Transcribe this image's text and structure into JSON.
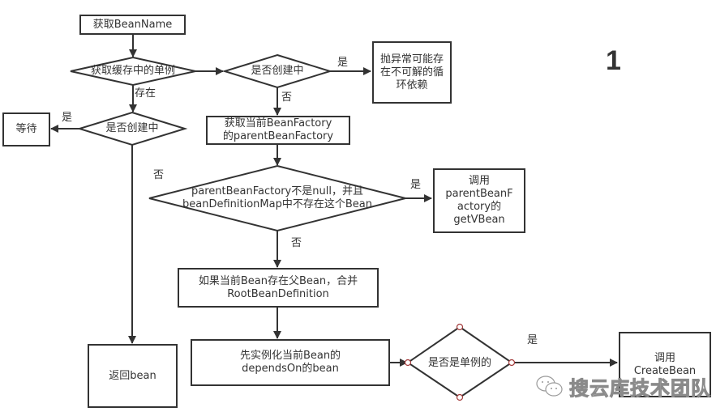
{
  "diagram": {
    "page_number": "1",
    "nodes": {
      "get_bean_name": "获取BeanName",
      "get_singleton_from_cache": "获取缓存中的单例",
      "is_creating_top": "是否创建中",
      "throw_exception": [
        "抛异常可能存",
        "在不可解的循",
        "环依赖"
      ],
      "is_creating_left": "是否创建中",
      "wait": "等待",
      "get_parent_factory": [
        "获取当前BeanFactory",
        "的parentBeanFactory"
      ],
      "parent_check": [
        "parentBeanFactory不是null，并且",
        "beanDefinitionMap中不存在这个Bean"
      ],
      "call_parent_get_bean": [
        "调用",
        "parentBeanF",
        "actory的",
        "getVBean"
      ],
      "merge_root_definition": [
        "如果当前Bean存在父Bean，合并",
        "RootBeanDefinition"
      ],
      "instantiate_depends_on": [
        "先实例化当前Bean的",
        "dependsOn的bean"
      ],
      "return_bean": "返回bean",
      "is_singleton": "是否是单例的",
      "call_create_bean": [
        "调用",
        "CreateBean"
      ]
    },
    "edge_labels": {
      "exists": "存在",
      "yes_throw": "是",
      "no_get_parent": "否",
      "yes_wait": "是",
      "no_return": "否",
      "yes_parent": "是",
      "no_merge": "否",
      "yes_create": "是"
    },
    "watermark": "搜云库技术团队",
    "colors": {
      "stroke": "#333333",
      "handle": "#a33a3a",
      "text": "#333333",
      "watermark": "#8a8a8a"
    }
  }
}
